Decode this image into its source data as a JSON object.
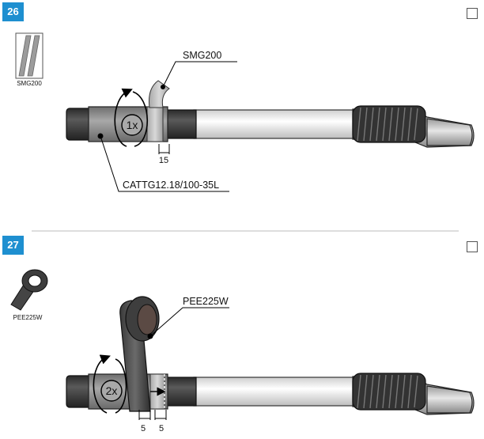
{
  "steps": [
    {
      "number": "26",
      "material_label": "SMG200",
      "callouts": {
        "tape": "SMG200",
        "sleeve": "CATTG12.18/100-35L"
      },
      "turns": "1x",
      "dimensions": [
        "15"
      ],
      "checked": false
    },
    {
      "number": "27",
      "material_label": "PEE225W",
      "callouts": {
        "tape": "PEE225W"
      },
      "turns": "2x",
      "dimensions": [
        "5",
        "5"
      ],
      "checked": false
    }
  ],
  "colors": {
    "badge": "#1e8fd0",
    "cable": "#3f3f3f",
    "sleeve": "#8c8c8c",
    "mastic_tape": "#b9b9b9",
    "pvc_tape": "#454545",
    "lug_grip": "#333333"
  }
}
